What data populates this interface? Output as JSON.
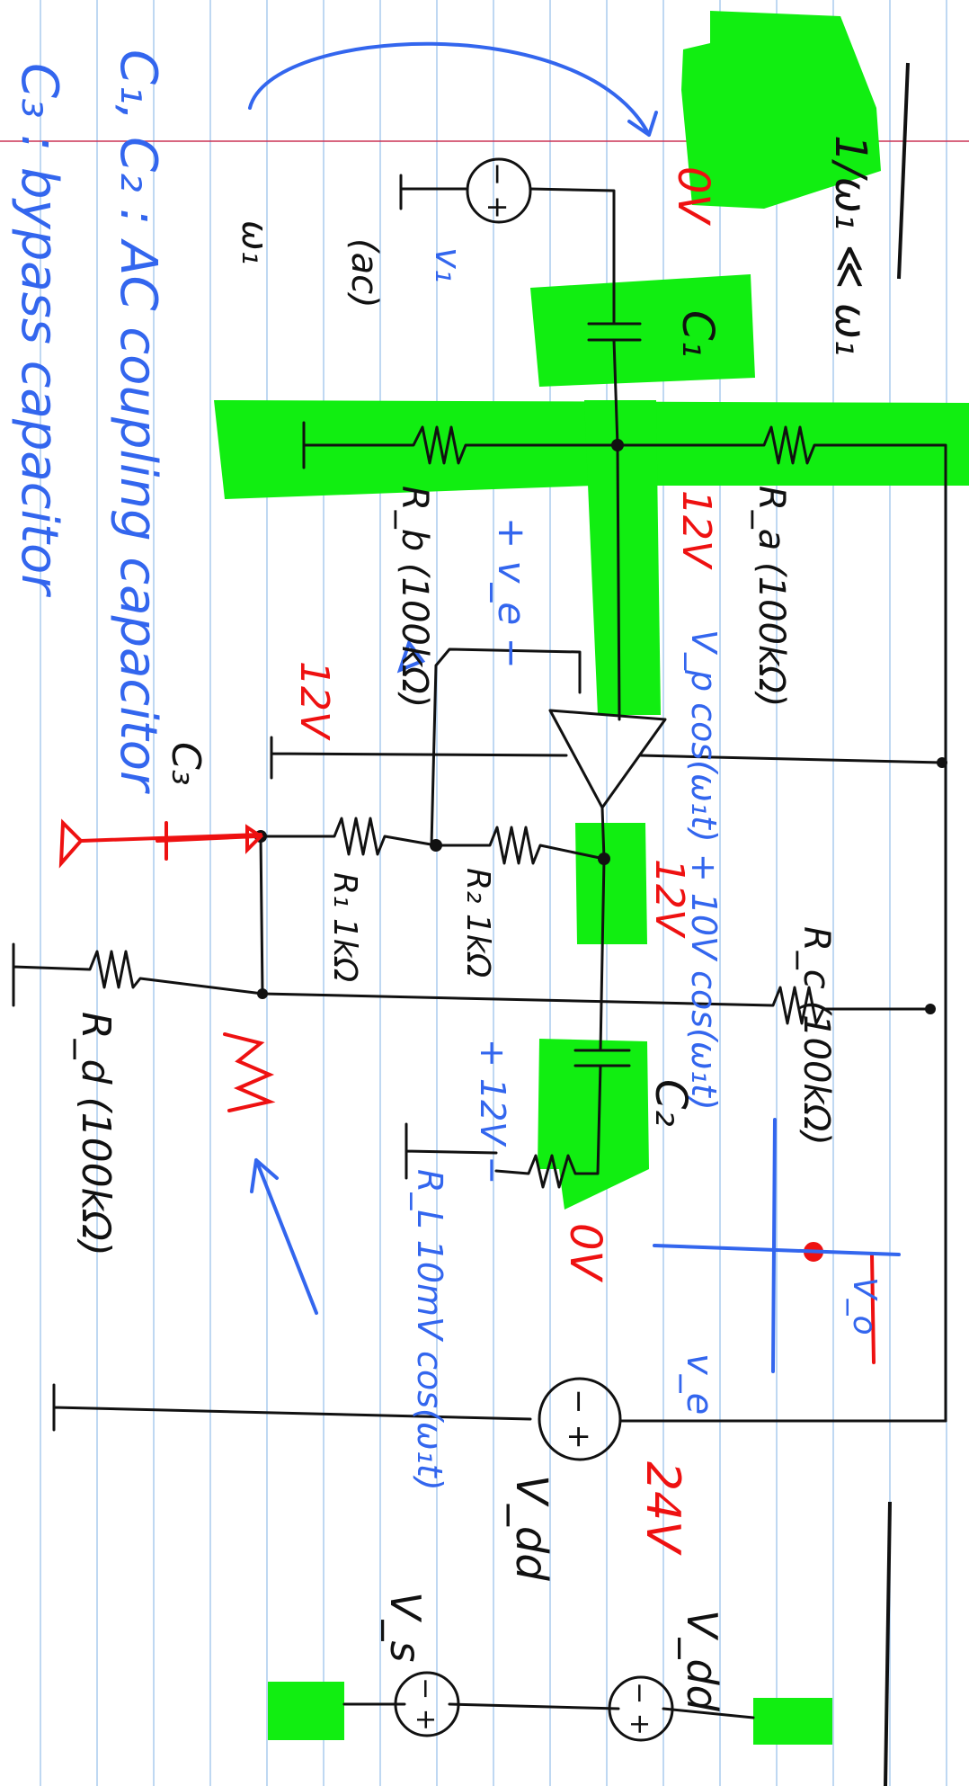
{
  "labels": {
    "top_ratio": "1/ω₁ ≪ ω₁",
    "w1": "ω₁",
    "ac": "(ac)",
    "v1": "v₁",
    "c1": "C₁",
    "rb": "R_b (100kΩ)",
    "ra": "R_a (100kΩ)",
    "ve_pm": "+ v_e −",
    "ve_expr": "V_p cos(ω₁t) + 10V cos(ω₁t)",
    "c3": "C₃",
    "r1": "R₁ 1kΩ",
    "r2": "R₂ 1kΩ",
    "rc": "R_c (100kΩ)",
    "c2": "C₂",
    "rd": "R_d (100kΩ)",
    "rl_expr": "R_L 10mV cos(ω₁t)",
    "c2_pm": "+ 12V −",
    "ve_plot": "v_e",
    "vo_plot": "V_o",
    "vdd": "V_dd",
    "vs": "V_s",
    "vdd_box": "V_dd",
    "note1": "C₁, C₂ : AC coupling capacitor",
    "note2": "C₃ : bypass capacitor"
  },
  "red_labels": {
    "zero_top": "0V",
    "v12_a": "12V",
    "v12_b": "12V",
    "v12_c": "12V",
    "zero_l": "0V",
    "v24": "24V"
  },
  "colors": {
    "ink": "#111111",
    "blue": "#3366ee",
    "red": "#ee1111",
    "highlight": "#11ee11",
    "rule": "#aaccee",
    "margin": "#cc3355"
  }
}
